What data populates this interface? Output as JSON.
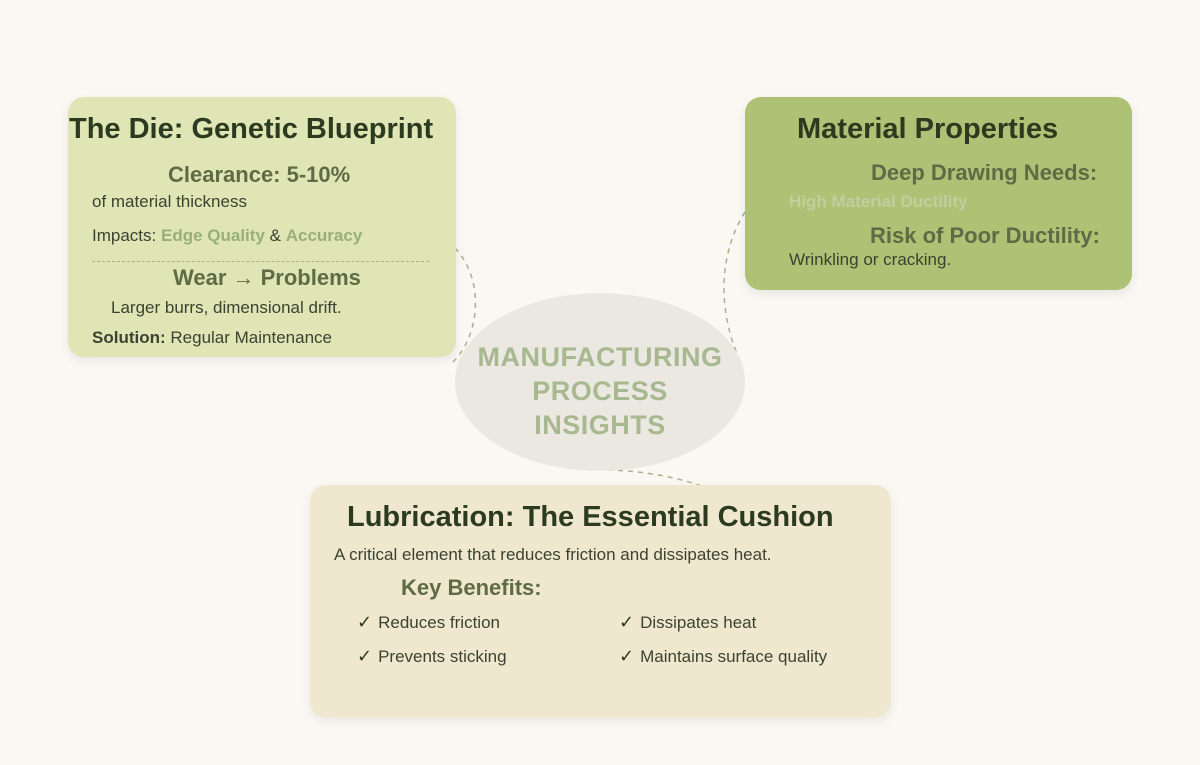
{
  "center": {
    "line1": "MANUFACTURING",
    "line2": "PROCESS",
    "line3": "INSIGHTS"
  },
  "die": {
    "title": "The Die: Genetic Blueprint",
    "clearance_heading": "Clearance: 5-10%",
    "clearance_desc": "of material thickness",
    "impacts_label": "Impacts:",
    "impact_1": "Edge Quality",
    "impact_amp": "&",
    "impact_2": "Accuracy",
    "wear_heading": "Wear → Problems",
    "wear_desc": "Larger burrs, dimensional drift.",
    "solution_label": "Solution:",
    "solution_text": "Regular Maintenance"
  },
  "material": {
    "title": "Material Properties",
    "needs_heading": "Deep Drawing Needs:",
    "needs_text": "High Material Ductility",
    "risk_heading": "Risk of Poor Ductility:",
    "risk_text": "Wrinkling or cracking."
  },
  "lubrication": {
    "title": "Lubrication: The Essential Cushion",
    "description": "A critical element that reduces friction and dissipates heat.",
    "benefits_heading": "Key Benefits:",
    "check_mark": "✓",
    "benefits": [
      "Reduces friction",
      "Dissipates heat",
      "Prevents sticking",
      "Maintains surface quality"
    ]
  },
  "colors": {
    "background": "#fbf8f3",
    "die_card": "#dfe5b5",
    "material_card": "#adc275",
    "lubrication_card": "#efe8cf",
    "center_ellipse": "#ebe8e1",
    "center_text": "#a8b890",
    "connector": "#a6b28a"
  }
}
